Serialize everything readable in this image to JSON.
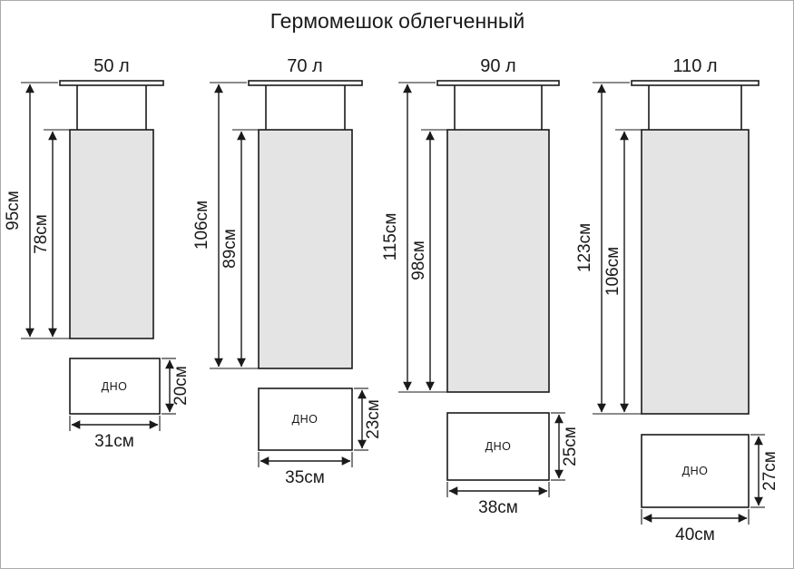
{
  "title": "Гермомешок облегченный",
  "bags": [
    {
      "volume": "50 л",
      "total_height": "95см",
      "body_height": "78см",
      "bottom_label": "ДНО",
      "bottom_width": "31см",
      "bottom_depth": "20см"
    },
    {
      "volume": "70 л",
      "total_height": "106см",
      "body_height": "89см",
      "bottom_label": "ДНО",
      "bottom_width": "35см",
      "bottom_depth": "23см"
    },
    {
      "volume": "90 л",
      "total_height": "115см",
      "body_height": "98см",
      "bottom_label": "ДНО",
      "bottom_width": "38см",
      "bottom_depth": "25см"
    },
    {
      "volume": "110 л",
      "total_height": "123см",
      "body_height": "106см",
      "bottom_label": "ДНО",
      "bottom_width": "40см",
      "bottom_depth": "27см"
    }
  ],
  "colors": {
    "line": "#1a1a1a",
    "bag_fill": "#e4e4e4",
    "background": "#ffffff"
  }
}
